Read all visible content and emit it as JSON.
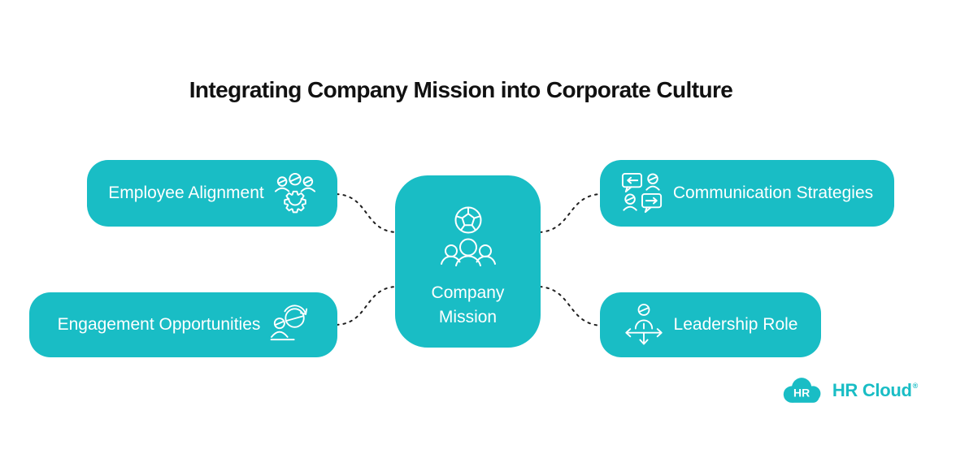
{
  "title": "Integrating Company Mission into Corporate Culture",
  "center_node": {
    "label": "Company Mission",
    "icon": "mission-people-icon"
  },
  "nodes": [
    {
      "label": "Employee Alignment",
      "icon": "people-gear-icon"
    },
    {
      "label": "Engagement Opportunities",
      "icon": "person-cycle-icon"
    },
    {
      "label": "Communication Strategies",
      "icon": "chat-people-icon"
    },
    {
      "label": "Leadership Role",
      "icon": "person-direction-icon"
    }
  ],
  "logo": {
    "badge_text": "HR",
    "brand_text": "HR Cloud",
    "registered_mark": "®"
  },
  "colors": {
    "teal": "#19BDC5",
    "title_color": "#111111",
    "connector_color": "#1f1f1f",
    "text_on_teal": "#FFFFFF",
    "background": "#FFFFFF"
  }
}
